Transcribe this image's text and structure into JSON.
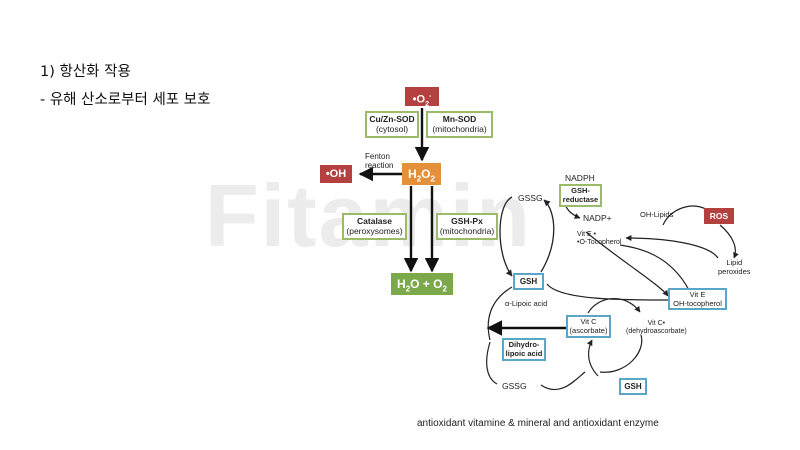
{
  "header": {
    "title": "1)  항산화 작용",
    "subtitle": "- 유해 산소로부터 세포 보호"
  },
  "watermark": "Fitamin",
  "diagram": {
    "superoxide": {
      "main": "•O",
      "sub": "2",
      "sup": "-"
    },
    "cuzn_sod": {
      "name": "Cu/Zn-SOD",
      "loc": "(cytosol)"
    },
    "mn_sod": {
      "name": "Mn-SOD",
      "loc": "(mitochondria)"
    },
    "fenton": "Fenton\nreaction",
    "hydroxyl": "•OH",
    "h2o2": {
      "main": "H",
      "sub1": "2",
      "mid": "O",
      "sub2": "2"
    },
    "catalase": {
      "name": "Catalase",
      "loc": "(peroxysomes)"
    },
    "gshpx": {
      "name": "GSH-Px",
      "loc": "(mitochondria)"
    },
    "product": {
      "a": "H",
      "a_sub": "2",
      "b": "O + O",
      "b_sub": "2"
    },
    "nadph": "NADPH",
    "gssg_top": "GSSG",
    "gsh_reductase": {
      "line1": "GSH-",
      "line2": "reductase"
    },
    "nadp": "NADP+",
    "vit_e_radical": {
      "line1": "Vit E •",
      "line2": "•O-Tocopherol"
    },
    "oh_lipids": "OH-Lipids",
    "ros": "ROS",
    "lipid_peroxides": {
      "line1": "Lipid",
      "line2": "peroxides"
    },
    "gsh_left": "GSH",
    "vit_e": {
      "line1": "Vit E",
      "line2": "OH-tocopherol"
    },
    "alpha_lipoic": "α-Lipoic acid",
    "vit_c": {
      "line1": "Vit C",
      "line2": "(ascorbate)"
    },
    "vit_c_radical": {
      "line1": "Vit C•",
      "line2": "(dehydroascorbate)"
    },
    "dihydrolipoic": {
      "line1": "Dihydro-",
      "line2": "lipoic acid"
    },
    "gssg_bottom": "GSSG",
    "gsh_bottom": "GSH"
  },
  "caption": "antioxidant vitamine & mineral and antioxidant enzyme"
}
